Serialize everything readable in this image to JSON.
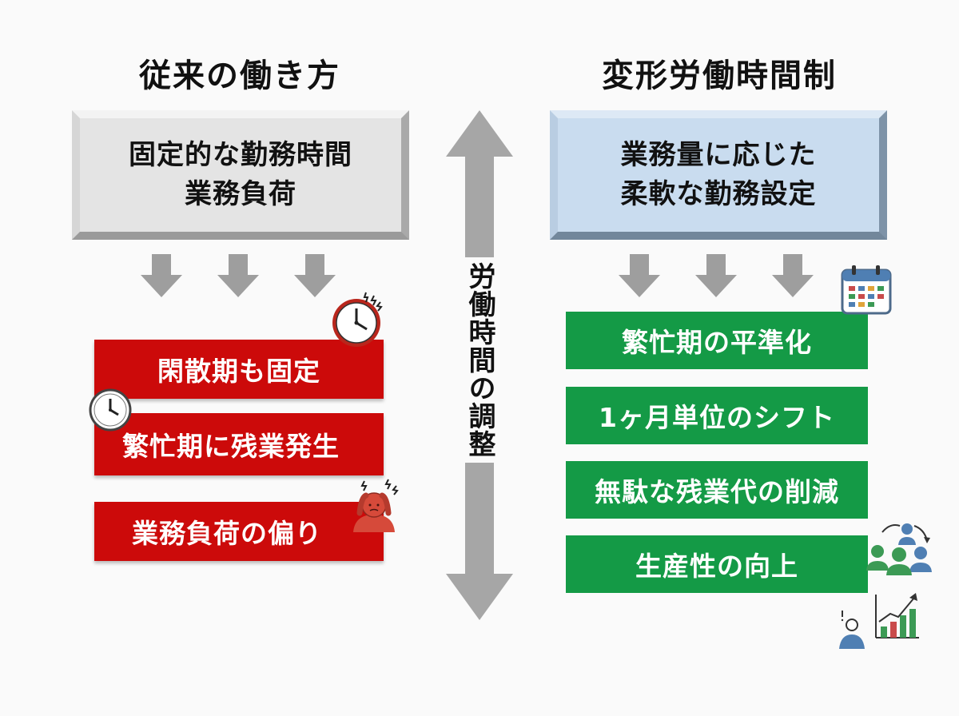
{
  "left": {
    "heading": "従来の働き方",
    "box_line1": "固定的な勤務時間",
    "box_line2": "業務負荷",
    "items": [
      "閑散期も固定",
      "繁忙期に残業発生",
      "業務負荷の偏り"
    ]
  },
  "right": {
    "heading": "変形労働時間制",
    "box_line1": "業務量に応じた",
    "box_line2": "柔軟な勤務設定",
    "items": [
      "繁忙期の平準化",
      "1ヶ月単位のシフト",
      "無駄な残業代の削減",
      "生産性の向上"
    ]
  },
  "center": {
    "label": "労働時間の調整"
  },
  "colors": {
    "red": "#cc0a0a",
    "green": "#149a46",
    "gray_box": "#e4e4e4",
    "blue_box": "#c9dcef",
    "arrow": "#9e9e9e"
  },
  "icons": [
    "clock-icon",
    "stressed-person-icon",
    "calendar-icon",
    "team-cycle-icon",
    "growth-chart-icon"
  ]
}
